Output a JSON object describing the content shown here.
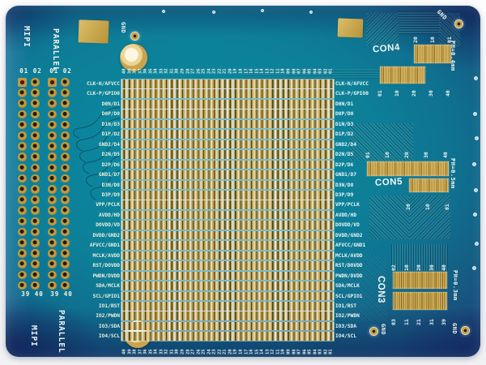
{
  "labels": {
    "gnd": "GND",
    "mipi": "MIPI",
    "parallel": "PARALLEL",
    "pins_top": "01 02",
    "pins_bottom": "39 40"
  },
  "signal_rows": [
    "CLK-N/AFVCC",
    "CLK-P/GPIO0",
    "D0N/D1",
    "D0P/D0",
    "D1N/D3",
    "D1P/D2",
    "GND2/D4",
    "D2N/D5",
    "D2P/D6",
    "GND1/D7",
    "D3N/D8",
    "D3P/D9",
    "VPP/PCLK",
    "AVDD/HD",
    "DOVDD/VD",
    "DVDD/GND2",
    "AFVCC/GND1",
    "MCLK/AVDD",
    "RST/DOVDD",
    "PWDN/DVDD",
    "SDA/MCLK",
    "SCL/GPIO1",
    "IO1/RST",
    "IO2/PWDN",
    "IO3/SDA",
    "IO4/SCL"
  ],
  "grid": {
    "num_columns": 40,
    "column_numbers_top": [
      "40",
      "39",
      "38",
      "37",
      "36",
      "35",
      "34",
      "33",
      "32",
      "31",
      "30",
      "29",
      "28",
      "27",
      "26",
      "25",
      "24",
      "23",
      "22",
      "21",
      "20",
      "19",
      "18",
      "17",
      "16",
      "15",
      "14",
      "13",
      "12",
      "11",
      "10",
      "09",
      "08",
      "07",
      "06",
      "05",
      "04",
      "03",
      "02",
      "01"
    ],
    "column_numbers_bottom": [
      "40",
      "39",
      "38",
      "37",
      "36",
      "35",
      "34",
      "33",
      "32",
      "31",
      "30",
      "29",
      "28",
      "27",
      "26",
      "25",
      "24",
      "23",
      "22",
      "21",
      "20",
      "19",
      "18",
      "17",
      "16",
      "15",
      "14",
      "13",
      "12",
      "11",
      "10",
      "09",
      "08",
      "07",
      "06",
      "05",
      "04",
      "03",
      "02",
      "01"
    ]
  },
  "connectors": [
    {
      "name": "CON4",
      "pitch_label": "PH=0.4mm",
      "ticks_top": [
        "20",
        "10",
        "01"
      ],
      "ticks_bottom": [
        "01",
        "10",
        "20",
        "30",
        "40"
      ]
    },
    {
      "name": "CON5",
      "pitch_label": "PH=0.5mm",
      "ticks_top": [
        "01",
        "10",
        "20",
        "30",
        "40"
      ],
      "ticks_bottom": [
        "20",
        "10",
        "01"
      ]
    },
    {
      "name": "CON3",
      "pitch_label": "PH=0.3mm",
      "ticks_top": [
        "02",
        "10",
        "20",
        "30",
        "40"
      ],
      "ticks_bottom": [
        "03",
        "11",
        "21",
        "31",
        "39"
      ]
    }
  ],
  "header": {
    "rows": 20,
    "pins_per_row": 4
  },
  "colors": {
    "solder_mask_teal": "#0D8098",
    "solder_mask_blue": "#20386A",
    "pad_gold": "#C9A44C",
    "silkscreen_white": "#EDF3EF"
  }
}
